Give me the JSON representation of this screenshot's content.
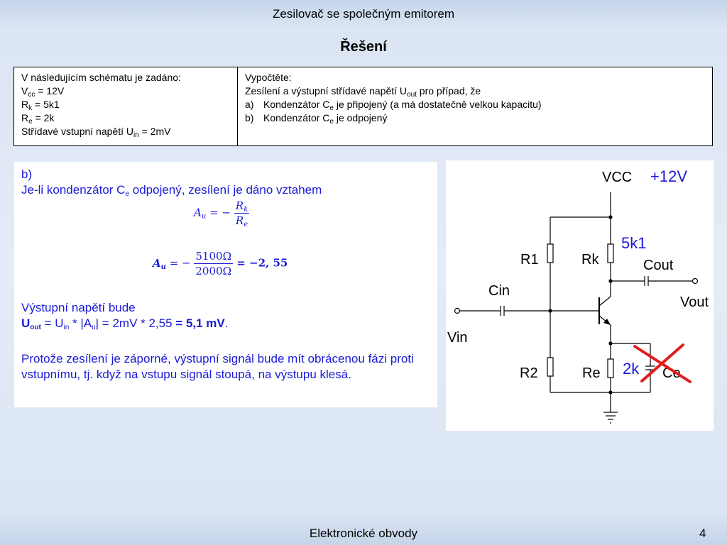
{
  "slide": {
    "title": "Zesilovač se společným emitorem",
    "subtitle": "Řešení",
    "footer": "Elektronické obvody",
    "page_number": "4"
  },
  "task": {
    "given_header": "V následujícím schématu je zadáno:",
    "vcc": {
      "sym": "V",
      "sub": "cc",
      "val": " = 12V"
    },
    "rk": {
      "sym": "R",
      "sub": "k",
      "val": " = 5k1"
    },
    "re": {
      "sym": "R",
      "sub": "e",
      "val": " = 2k"
    },
    "uin": {
      "text": "Střídavé vstupní napětí U",
      "sub": "in",
      "val": " = 2mV"
    },
    "compute_header": "Vypočtěte:",
    "compute_text": {
      "pre": "Zesílení a výstupní střídavé napětí U",
      "sub": "out",
      "post": " pro případ, že"
    },
    "items": [
      {
        "marker": "a)",
        "pre": "Kondenzátor C",
        "sub": "e",
        "post": " je připojený (a má dostatečně velkou kapacitu)"
      },
      {
        "marker": "b)",
        "pre": "Kondenzátor C",
        "sub": "e",
        "post": " je odpojený"
      }
    ]
  },
  "solution": {
    "label": "b)",
    "intro": {
      "pre": "Je-li kondenzátor C",
      "sub": "e",
      "post": " odpojený, zesílení je dáno vztahem"
    },
    "formula1": {
      "lhs": "A",
      "lhs_sub": "u",
      "op": " = −",
      "num": "R",
      "num_sub": "k",
      "den": "R",
      "den_sub": "e"
    },
    "formula2": {
      "lhs": "A",
      "lhs_sub": "u",
      "op": " = −",
      "num": "5100Ω",
      "den": "2000Ω",
      "result": " = −2, 55"
    },
    "output_header": "Výstupní napětí bude",
    "output_line": {
      "u": "U",
      "u_sub": "out",
      "eq": " = U",
      "in_sub": "in",
      "mid": " * |A",
      "au_sub": "u",
      "rest": "| = 2mV * 2,55 ",
      "result": "= 5,1 mV",
      "end": "."
    },
    "note": "Protože zesílení je záporné, výstupní signál bude mít obrácenou fázi proti vstupnímu, tj. když na vstupu signál stoupá, na výstupu klesá."
  },
  "diagram": {
    "vcc_label": "VCC",
    "vcc_value": "+12V",
    "rk_value": "5k1",
    "re_value": "2k",
    "r1": "R1",
    "rk": "Rk",
    "r2": "R2",
    "re": "Re",
    "cin": "Cin",
    "cout": "Cout",
    "ce": "Ce",
    "vin": "Vin",
    "vout": "Vout",
    "accent_color": "#1a1ad8",
    "cross_color": "#e01e1e"
  }
}
